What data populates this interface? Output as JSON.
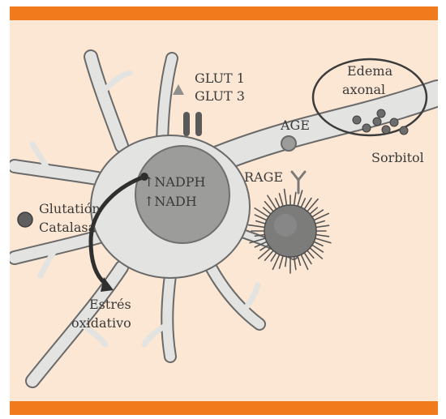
{
  "labels": {
    "glut1": "GLUT 1",
    "glut3": "GLUT 3",
    "edema_line1": "Edema",
    "edema_line2": "axonal",
    "age": "AGE",
    "sorbitol": "Sorbitol",
    "rage": "RAGE",
    "nadph": "↑NADPH",
    "nadh": "↑NADH",
    "glutation": "Glutatión",
    "catalasa": "Catalasa",
    "estres_line1": "Estrés",
    "estres_line2": "oxidativo"
  },
  "colors": {
    "border_bar": "#f07a1c",
    "background": "#fbe7d3",
    "cell": "#e3e3e1",
    "nucleus": "#9c9c9a",
    "outline": "#555555"
  },
  "icons": {
    "glut_marker": "triangle-icon",
    "transporter": "channel-icon",
    "glutation_marker": "circle-icon"
  }
}
